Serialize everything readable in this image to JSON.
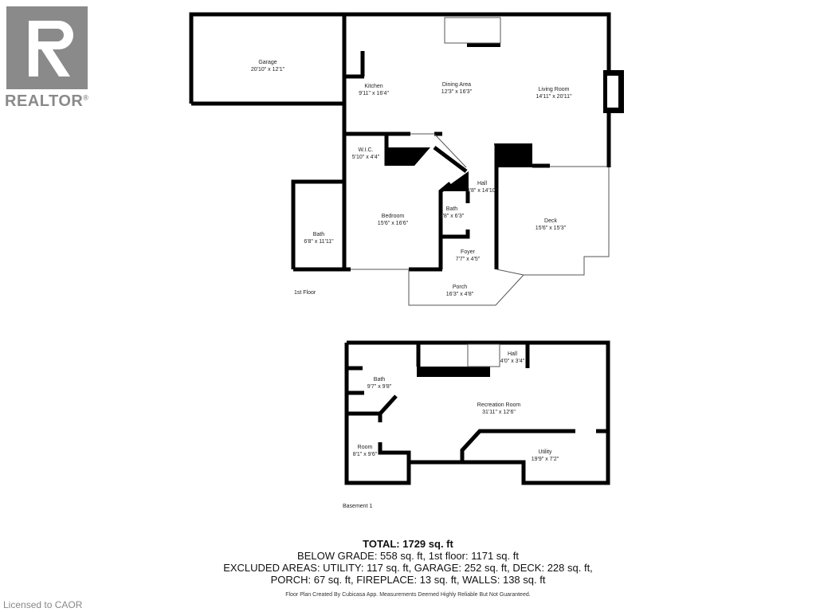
{
  "logo": {
    "text": "REALTOR",
    "mark": "®"
  },
  "first_floor": {
    "label": "1st Floor",
    "rooms": [
      {
        "name": "Garage",
        "dims": "20'10\" x 12'1\""
      },
      {
        "name": "Kitchen",
        "dims": "9'11\" x 16'4\""
      },
      {
        "name": "Dining Area",
        "dims": "12'3\" x 16'3\""
      },
      {
        "name": "Living Room",
        "dims": "14'11\" x 20'11\""
      },
      {
        "name": "W.I.C.",
        "dims": "5'10\" x 4'4\""
      },
      {
        "name": "Hall",
        "dims": "3'8\" x 14'10\""
      },
      {
        "name": "Bath",
        "dims": "6'8\" x 11'11\""
      },
      {
        "name": "Bedroom",
        "dims": "15'6\" x 16'6\""
      },
      {
        "name": "Bath",
        "dims": "3'8\" x 6'3\""
      },
      {
        "name": "Deck",
        "dims": "15'6\" x 15'3\""
      },
      {
        "name": "Foyer",
        "dims": "7'7\" x 4'5\""
      },
      {
        "name": "Porch",
        "dims": "16'3\" x 4'8\""
      }
    ]
  },
  "basement": {
    "label": "Basement 1",
    "rooms": [
      {
        "name": "Hall",
        "dims": "4'0\" x 3'4\""
      },
      {
        "name": "Bath",
        "dims": "9'7\" x 9'8\""
      },
      {
        "name": "Recreation Room",
        "dims": "31'11\" x 12'6\""
      },
      {
        "name": "Room",
        "dims": "8'1\" x 9'6\""
      },
      {
        "name": "Utility",
        "dims": "19'9\" x 7'2\""
      }
    ]
  },
  "totals": {
    "total": "TOTAL: 1729 sq. ft",
    "line1": "BELOW GRADE: 558 sq. ft, 1st floor: 1171 sq. ft",
    "line2": "EXCLUDED AREAS: UTILITY: 117 sq. ft, GARAGE: 252 sq. ft, DECK: 228 sq. ft,",
    "line3": "PORCH: 67 sq. ft, FIREPLACE: 13 sq. ft, WALLS: 138 sq. ft"
  },
  "credit": "Floor Plan Created By Cubicasa App. Measurements Deemed Highly Reliable But Not Guaranteed.",
  "license": "Licensed to CAOR",
  "colors": {
    "wall": "#000000",
    "logo": "#8a8a8a"
  }
}
